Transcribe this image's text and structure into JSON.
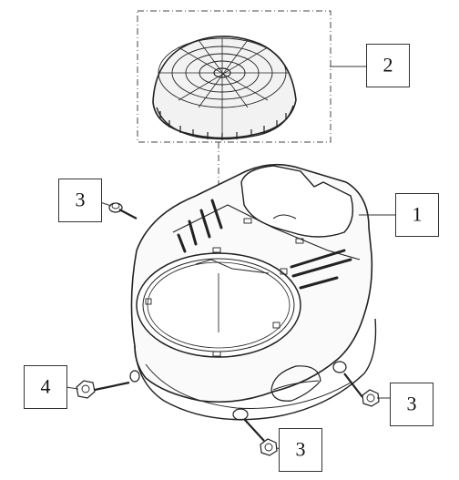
{
  "callouts": {
    "cover": {
      "number": "1"
    },
    "screen": {
      "number": "2"
    },
    "bolt_upper_left": {
      "number": "3"
    },
    "bolt_right": {
      "number": "3"
    },
    "bolt_bottom": {
      "number": "3"
    },
    "bolt_lower_left": {
      "number": "4"
    }
  },
  "colors": {
    "line": "#222222",
    "fill_light": "#f4f4f4",
    "box": "#333333"
  }
}
